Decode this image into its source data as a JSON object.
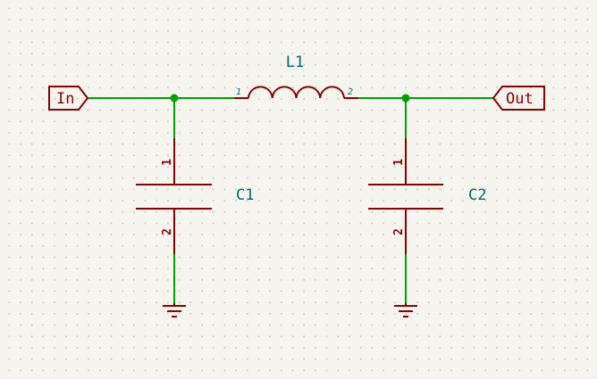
{
  "ports": {
    "input": "In",
    "output": "Out"
  },
  "components": {
    "L1": {
      "ref": "L1",
      "pin1": "1",
      "pin2": "2"
    },
    "C1": {
      "ref": "C1",
      "pin1": "1",
      "pin2": "2"
    },
    "C2": {
      "ref": "C2",
      "pin1": "1",
      "pin2": "2"
    }
  },
  "colors": {
    "wire": "#00a000",
    "symbol": "#8b0000",
    "reference": "#006a6a",
    "background": "#f5f4ef"
  }
}
